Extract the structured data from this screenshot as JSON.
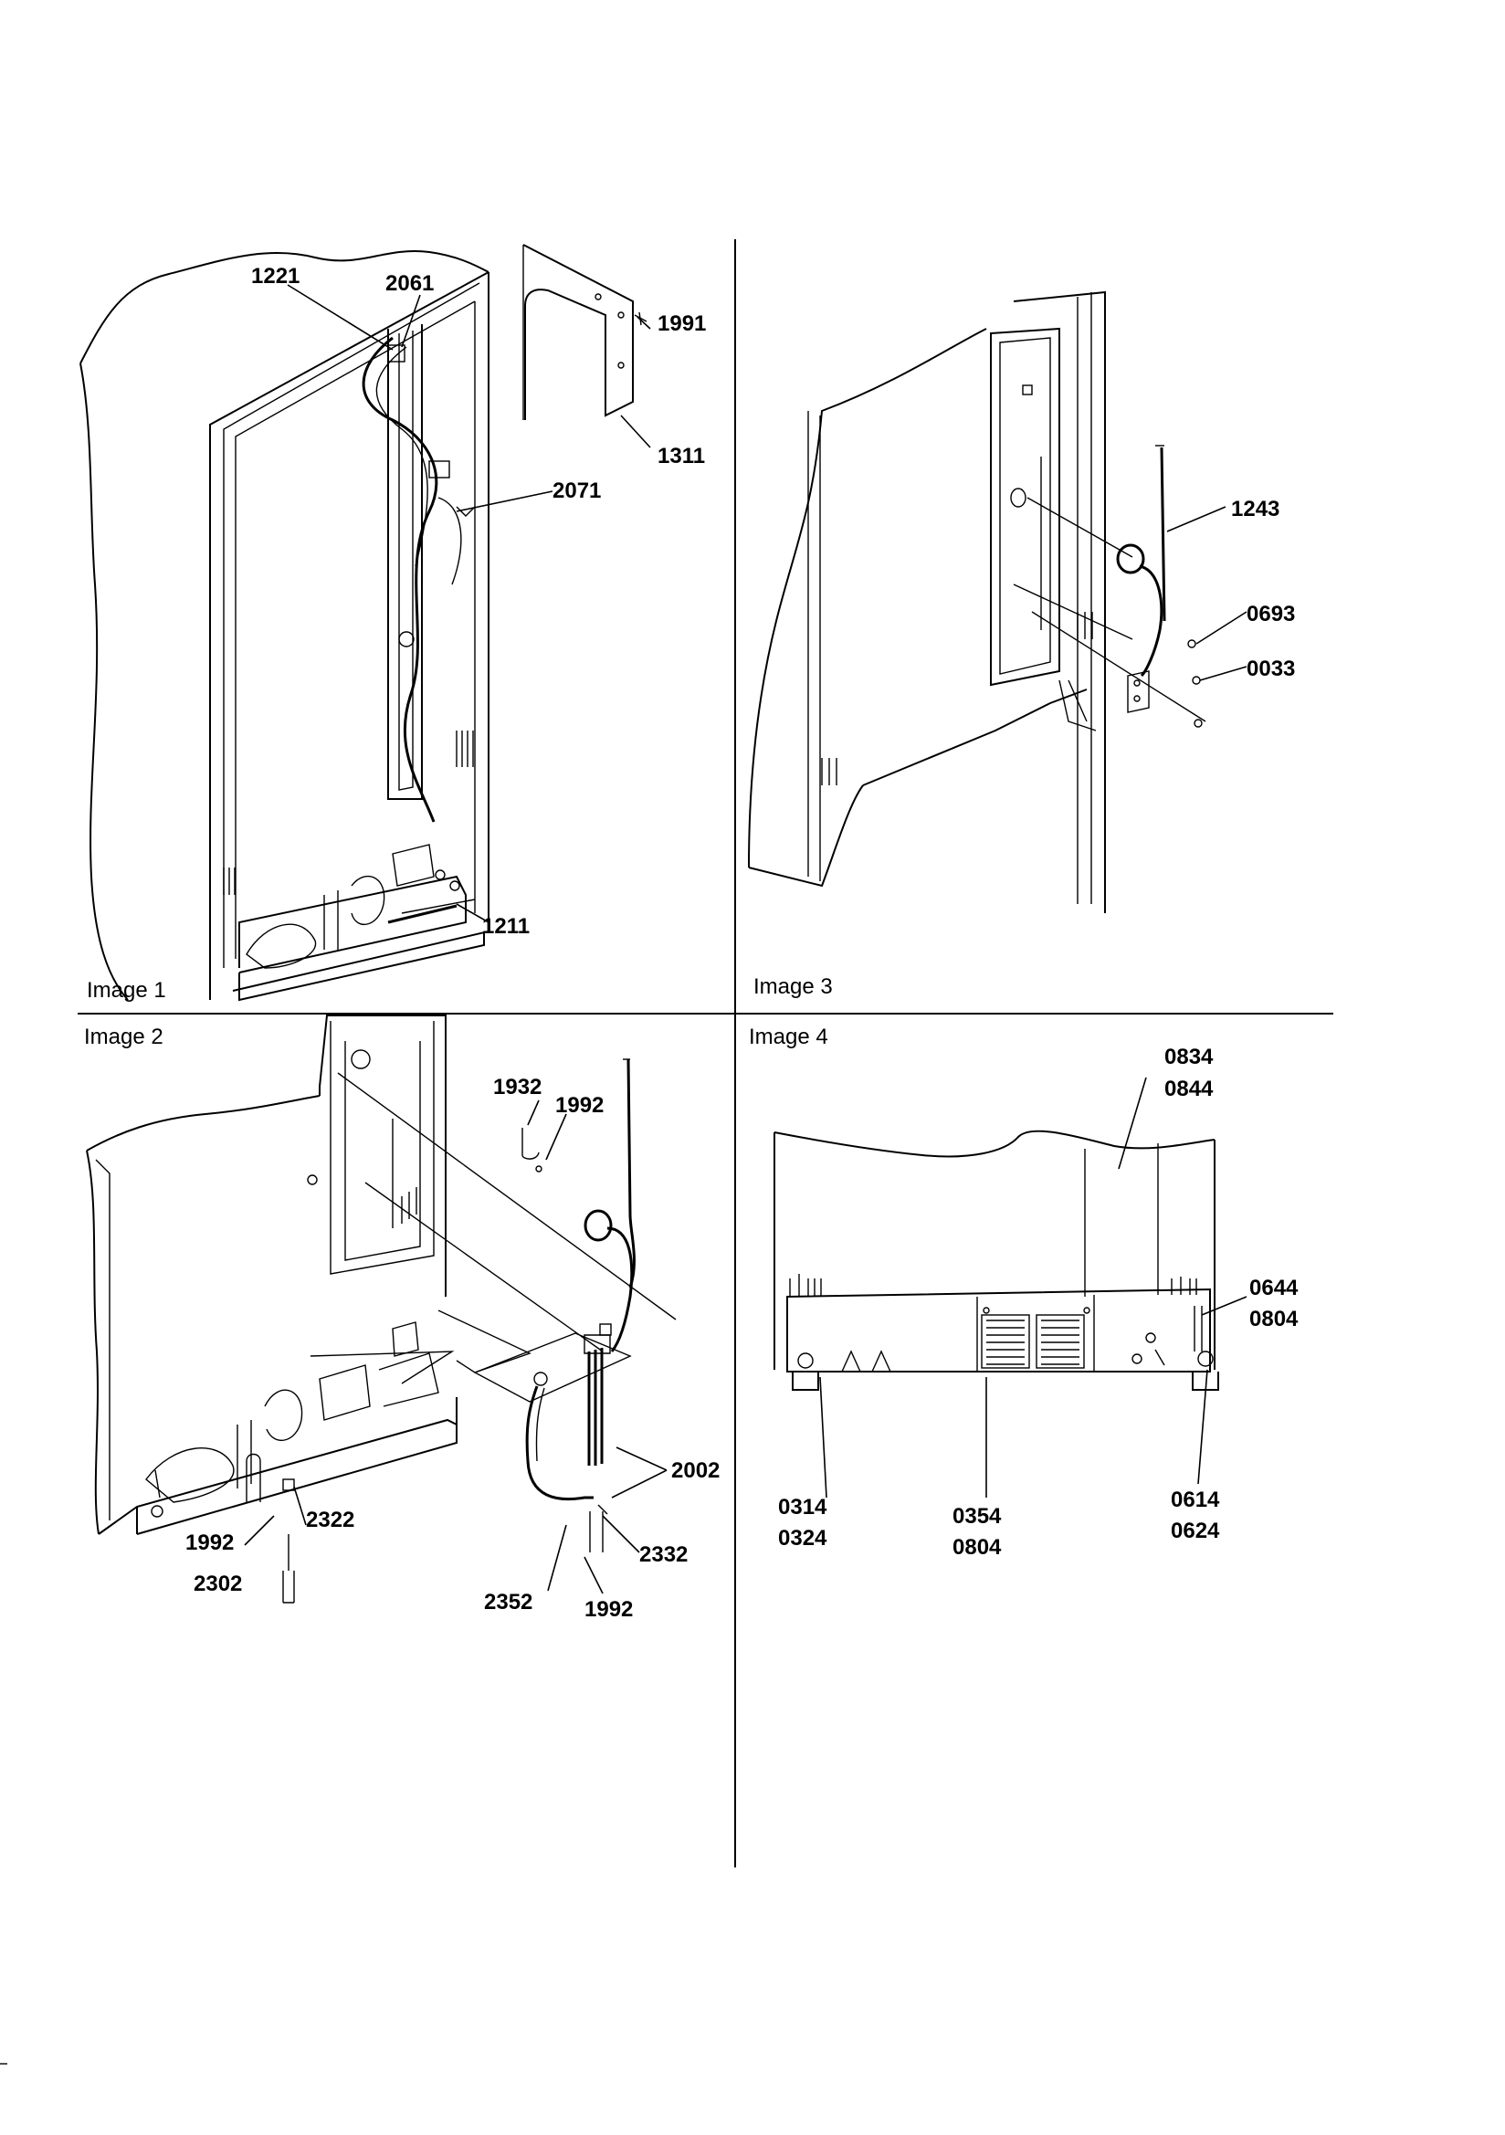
{
  "panels": [
    {
      "label": "Image 1",
      "callouts": [
        "1221",
        "2061",
        "1991",
        "1311",
        "2071",
        "1211"
      ]
    },
    {
      "label": "Image 2",
      "callouts": [
        "1932",
        "1992",
        "2002",
        "2322",
        "1992",
        "2302",
        "2332",
        "2352",
        "1992"
      ]
    },
    {
      "label": "Image 3",
      "callouts": [
        "1243",
        "0693",
        "0033"
      ]
    },
    {
      "label": "Image 4",
      "callouts": [
        "0834",
        "0844",
        "0644",
        "0804",
        "0314",
        "0324",
        "0354",
        "0804",
        "0614",
        "0624"
      ]
    }
  ]
}
